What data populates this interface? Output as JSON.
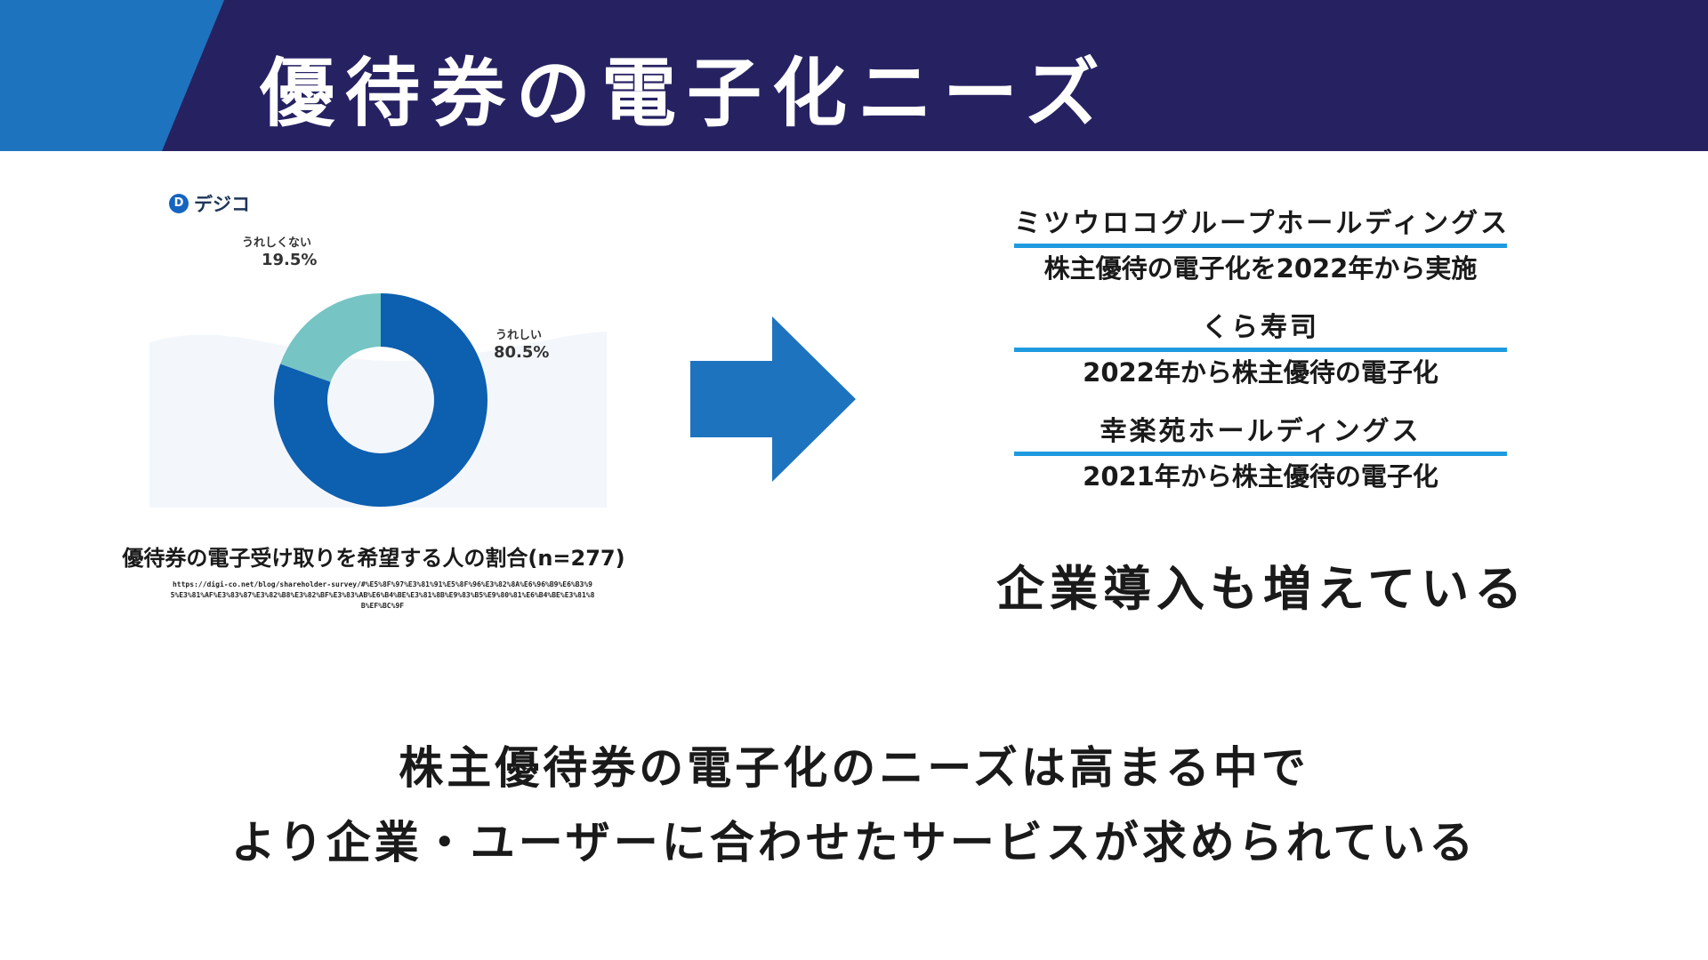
{
  "slide": {
    "title": "優待券の電子化ニーズ",
    "colors": {
      "header_bg": "#262262",
      "header_accent": "#1e73be",
      "line": "#1e9be0",
      "arrow": "#1e73be"
    }
  },
  "brand": {
    "mark": "D",
    "name": "デジコ"
  },
  "chart_data": {
    "type": "pie",
    "title": "優待券の電子受け取りを希望する人の割合(n=277)",
    "categories": [
      "うれしい",
      "うれしくない"
    ],
    "values": [
      80.5,
      19.5
    ],
    "value_labels": [
      "80.5%",
      "19.5%"
    ],
    "colors": [
      "#0d5fb0",
      "#76c4c4"
    ],
    "donut": true
  },
  "source_url": "https://digi-co.net/blog/shareholder-survey/#%E5%8F%97%E3%81%91%E5%8F%96%E3%82%8A%E6%96%B9%E6%B3%95%E3%81%AF%E3%83%87%E3%82%B8%E3%82%BF%E3%83%AB%E6%B4%BE%E3%81%8B%E9%83%B5%E9%80%81%E6%B4%BE%E3%81%8B%EF%BC%9F",
  "companies": [
    {
      "name": "ミツウロコグループホールディングス",
      "desc": "株主優待の電子化を2022年から実施"
    },
    {
      "name": "くら寿司",
      "desc": "2022年から株主優待の電子化"
    },
    {
      "name": "幸楽苑ホールディングス",
      "desc": "2021年から株主優待の電子化"
    }
  ],
  "adoption_text": "企業導入も増えている",
  "conclusion": {
    "line1": "株主優待券の電子化のニーズは高まる中で",
    "line2": "より企業・ユーザーに合わせたサービスが求められている"
  }
}
